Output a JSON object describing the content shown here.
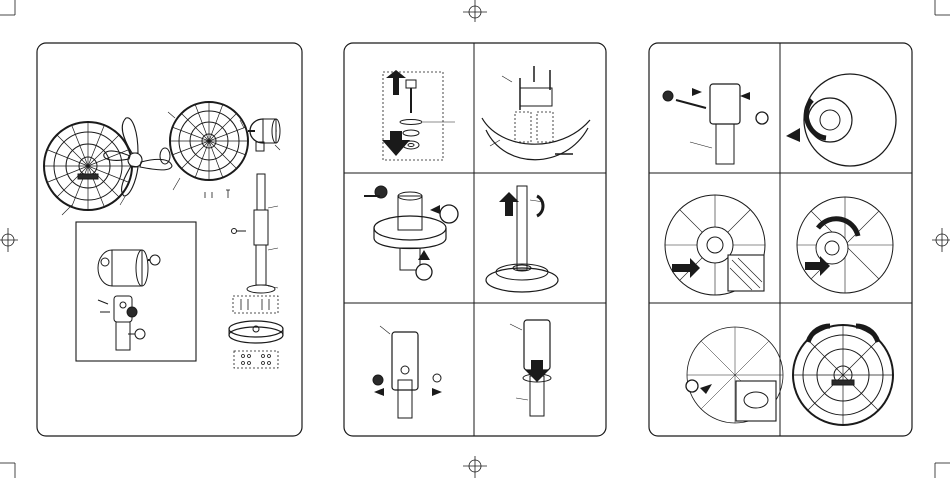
{
  "document": {
    "type": "fan-assembly-manual-spread",
    "pages": [
      {
        "id": "page-1",
        "content": "exploded-parts-diagram"
      },
      {
        "id": "page-2",
        "content": "assembly-steps-pedestal",
        "panels": 6
      },
      {
        "id": "page-3",
        "content": "assembly-steps-grille-blade",
        "panels": 6
      }
    ],
    "brand_badge": "",
    "colors": {
      "line": "#1a1a1a",
      "fill_dark": "#2a2a2a",
      "fill_light": "#ffffff",
      "page_bg": "#ffffff"
    },
    "icons": [
      "crop-mark-icon",
      "registration-target-icon",
      "arrow-icon",
      "fan-grille-icon",
      "fan-blade-icon",
      "motor-icon",
      "screw-icon",
      "base-icon"
    ]
  }
}
